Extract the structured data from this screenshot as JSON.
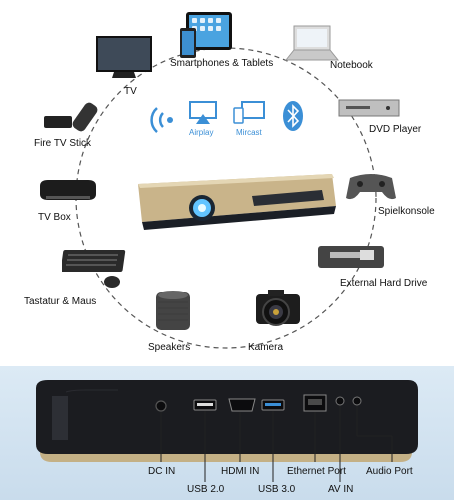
{
  "devices": {
    "smartphones": "Smartphones & Tablets",
    "notebook": "Notebook",
    "tv": "TV",
    "dvd": "DVD Player",
    "firetv": "Fire TV Stick",
    "console": "Spielkonsole",
    "tvbox": "TV Box",
    "harddrive": "External Hard Drive",
    "keyboard": "Tastatur & Maus",
    "speakers": "Speakers",
    "camera": "Kamera"
  },
  "wireless": {
    "airplay": "Airplay",
    "mircast": "Mircast"
  },
  "ports": {
    "dc": "DC IN",
    "usb2": "USB 2.0",
    "hdmi": "HDMI IN",
    "usb3": "USB 3.0",
    "ethernet": "Ethernet Port",
    "av": "AV IN",
    "audio": "Audio Port"
  },
  "colors": {
    "accent_blue": "#3b8fd6",
    "bottom_bg": "#d3e4f1",
    "projector_gold": "#c9b48a"
  }
}
